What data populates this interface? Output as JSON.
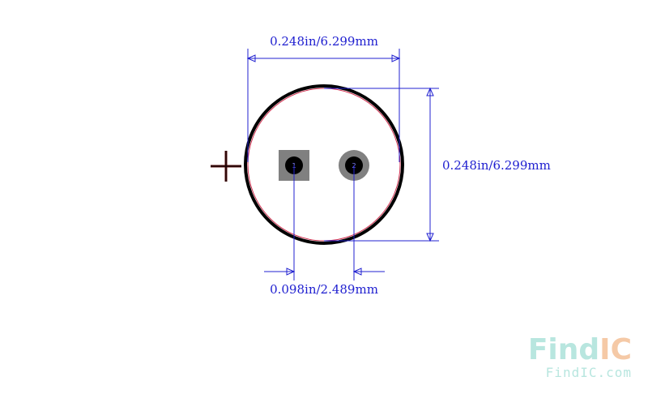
{
  "dimensions": {
    "top_width": "0.248in/6.299mm",
    "right_height": "0.248in/6.299mm",
    "pin_pitch": "0.098in/2.489mm"
  },
  "pins": [
    {
      "label": "1",
      "shape": "square"
    },
    {
      "label": "2",
      "shape": "round"
    }
  ],
  "polarity_mark": "+",
  "watermark": {
    "brand_part1": "Find",
    "brand_part2": "IC",
    "url": "FindIC.com"
  },
  "colors": {
    "outline": "#000000",
    "courtyard": "#d03050",
    "dimension": "#2020d0",
    "pad": "#808080",
    "drill": "#000000",
    "watermark_light": "#b8e6df",
    "watermark_accent": "#f5c9a6"
  }
}
